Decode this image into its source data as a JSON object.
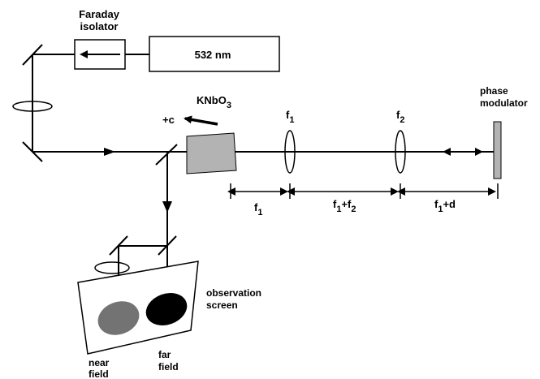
{
  "labels": {
    "faraday_line1": "Faraday",
    "faraday_line2": "isolator",
    "laser": "532  nm",
    "crystal_c": "+c",
    "crystal_main": "KNbO",
    "crystal_sub": "3",
    "lens1": "f",
    "lens1_sub": "1",
    "lens2": "f",
    "lens2_sub": "2",
    "phase_line1": "phase",
    "phase_line2": "modulator",
    "dist1": "f",
    "dist1_sub": "1",
    "dist2": "f",
    "dist2_sub": "1",
    "dist2_mid": "+f",
    "dist2_sub2": "2",
    "dist3": "f",
    "dist3_sub": "1",
    "dist3_tail": "+d",
    "screen_line1": "observation",
    "screen_line2": "screen",
    "near_line1": "near",
    "near_line2": "field",
    "far_line1": "far",
    "far_line2": "field"
  },
  "colors": {
    "crystal_fill": "#b3b3b3",
    "modulator_fill": "#b3b3b3",
    "near_field_spot": "#737373",
    "far_field_spot": "#000000"
  }
}
